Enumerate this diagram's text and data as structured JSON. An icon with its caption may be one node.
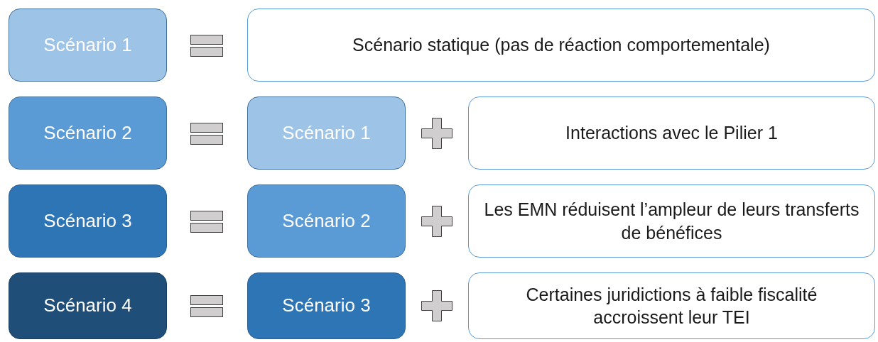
{
  "diagram": {
    "nodes": [
      {
        "text": [
          "Scénario 1"
        ]
      },
      {
        "text": [
          "Scénario statique (pas de réaction comportementale)"
        ]
      },
      {
        "text": [
          "Scénario 2"
        ]
      },
      {
        "text": [
          "Scénario 1"
        ]
      },
      {
        "text": [
          "Interactions avec le Pilier 1"
        ]
      },
      {
        "text": [
          "Scénario 3"
        ]
      },
      {
        "text": [
          "Scénario 2"
        ]
      },
      {
        "text": [
          "Les EMN réduisent l’ampleur de leurs transferts de bénéfices"
        ]
      },
      {
        "text": [
          "Scénario 4"
        ]
      },
      {
        "text": [
          "Scénario 3"
        ]
      },
      {
        "text": [
          "Certaines juridictions à faible fiscalité accroissent leur TEI"
        ]
      }
    ]
  }
}
